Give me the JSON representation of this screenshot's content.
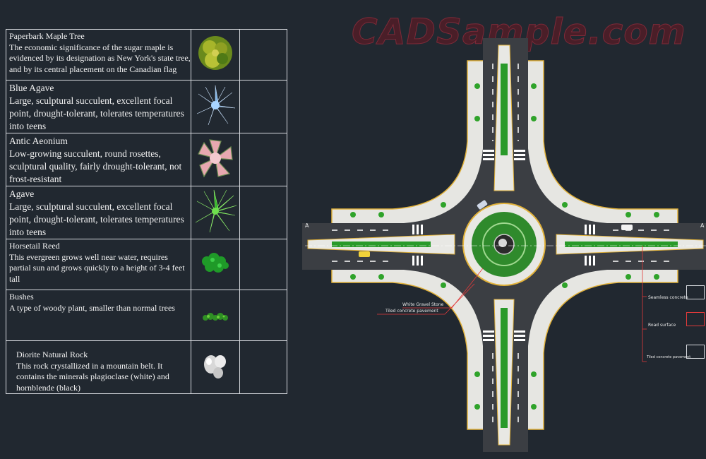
{
  "watermark": "CADSample.com",
  "legend": [
    {
      "title": "Paperbark Maple Tree",
      "body": "The economic significance of the sugar maple is evidenced by its designation as New York's state tree, and by its central placement on the Canadian flag",
      "icon": "maple-tree-icon"
    },
    {
      "title": "Blue Agave",
      "body": "Large, sculptural succulent, excellent focal point, drought-tolerant, tolerates temperatures into teens",
      "icon": "blue-agave-icon"
    },
    {
      "title": "Antic Aeonium",
      "body": "Low-growing succulent, round rosettes, sculptural  quality, fairly drought-tolerant, not frost-resistant",
      "icon": "aeonium-icon"
    },
    {
      "title": "Agave",
      "body": "Large, sculptural succulent, excellent focal point, drought-tolerant, tolerates temperatures into teens",
      "icon": "agave-icon"
    },
    {
      "title": "Horsetail Reed",
      "body": "This evergreen grows well near water, requires partial sun and grows quickly to a height of 3-4 feet tall",
      "icon": "horsetail-reed-icon"
    },
    {
      "title": "Bushes",
      "body": "A type of woody plant, smaller than normal trees",
      "icon": "bushes-icon"
    },
    {
      "title": "Diorite Natural Rock",
      "body": "This rock crystallized in a mountain belt. It contains the minerals plagioclase (white) and hornblende (black)",
      "icon": "rock-icon"
    }
  ],
  "plan_labels": {
    "section_left": "A",
    "section_right": "A",
    "white_gravel": "White Gravel Stone",
    "tiled_pavement": "Tiled concrete pavement",
    "seamless_concrete": "Seamless concrete",
    "road_surface": "Road surface",
    "tiled_pavement_key": "Tiled concrete pavement"
  },
  "colors": {
    "background": "#212830",
    "asphalt": "#3b3e43",
    "sidewalk": "#e6e6e2",
    "curb": "#e2b23a",
    "planting": "#2f8a2c",
    "annotation_red": "#e23a3a"
  }
}
